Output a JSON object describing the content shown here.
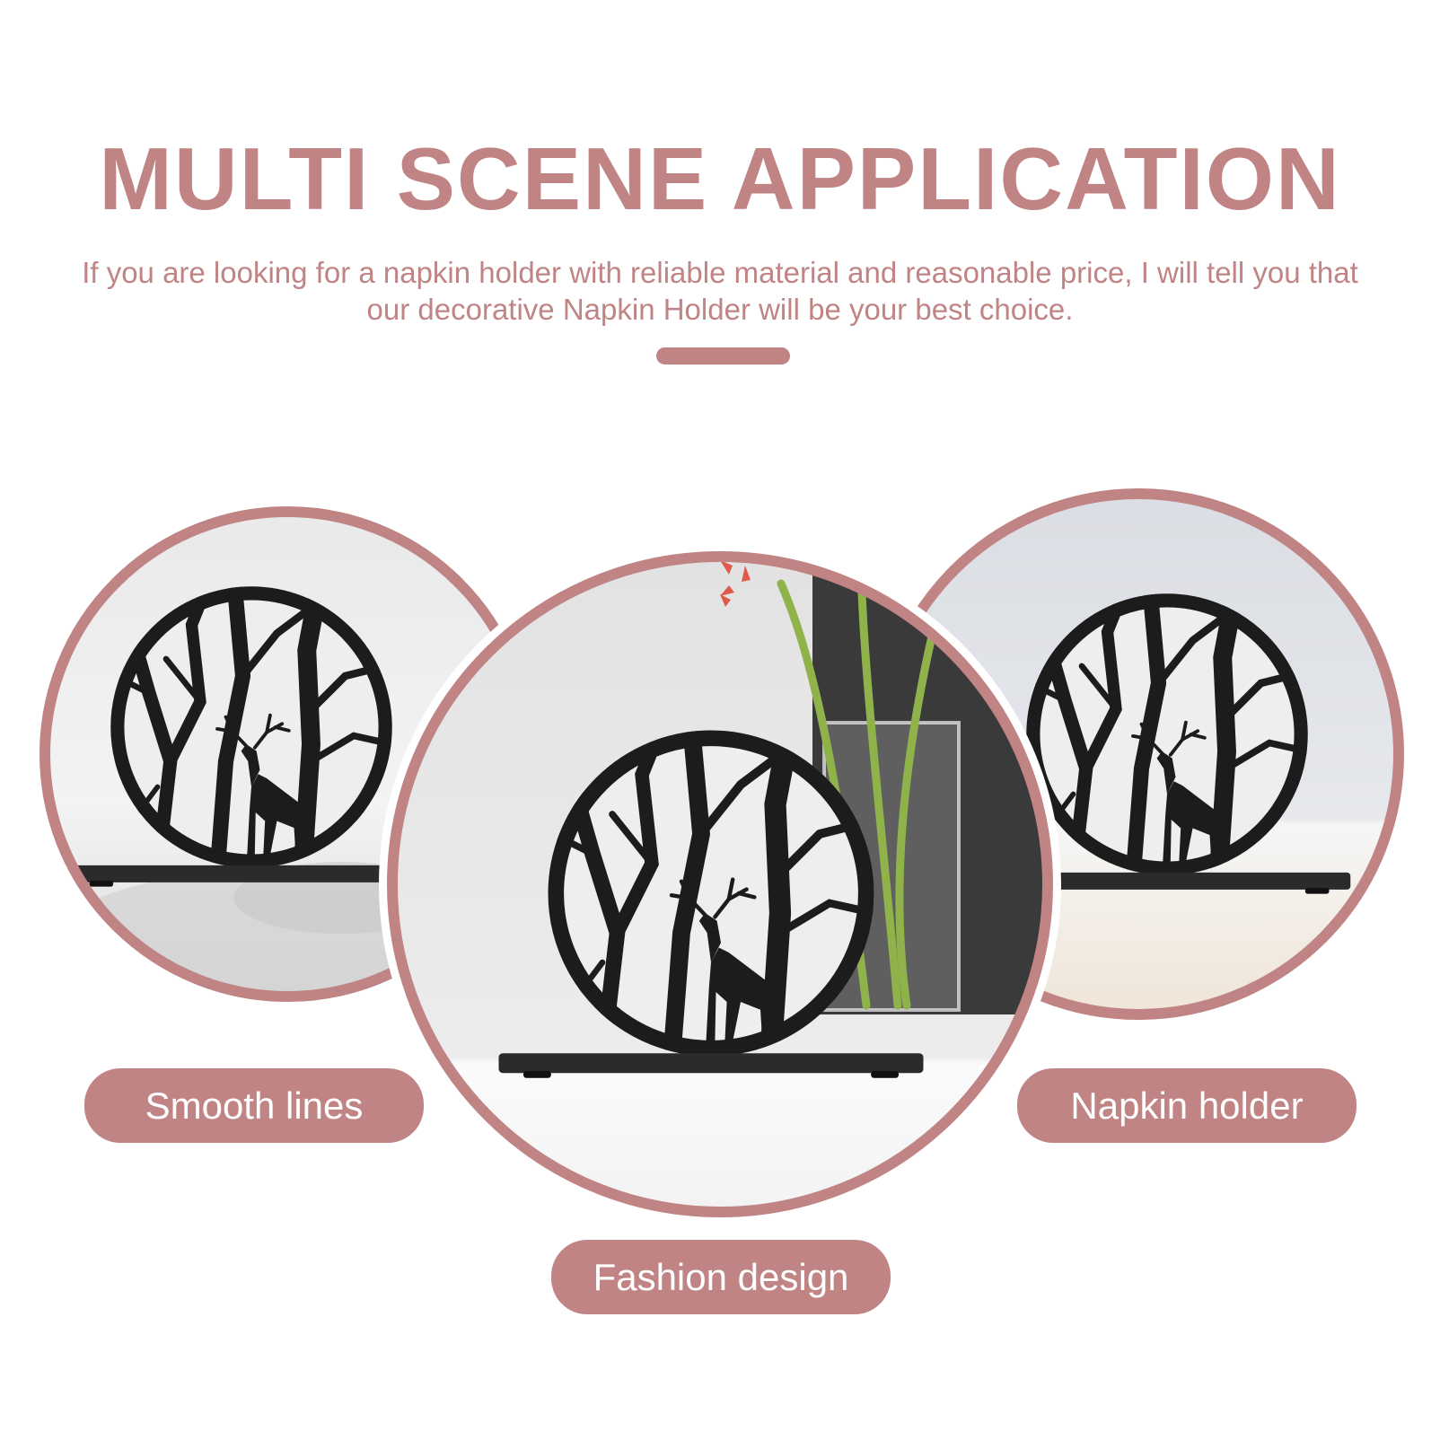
{
  "headline": "MULTI SCENE APPLICATION",
  "subtext": "If you are looking for a napkin holder with reliable material and reasonable price, I will tell you that our decorative Napkin Holder will be your best choice.",
  "labels": {
    "left": "Smooth lines",
    "center": "Fashion design",
    "right": "Napkin holder"
  },
  "colors": {
    "accent": "#c08485",
    "holder": "#1c1c1c"
  }
}
